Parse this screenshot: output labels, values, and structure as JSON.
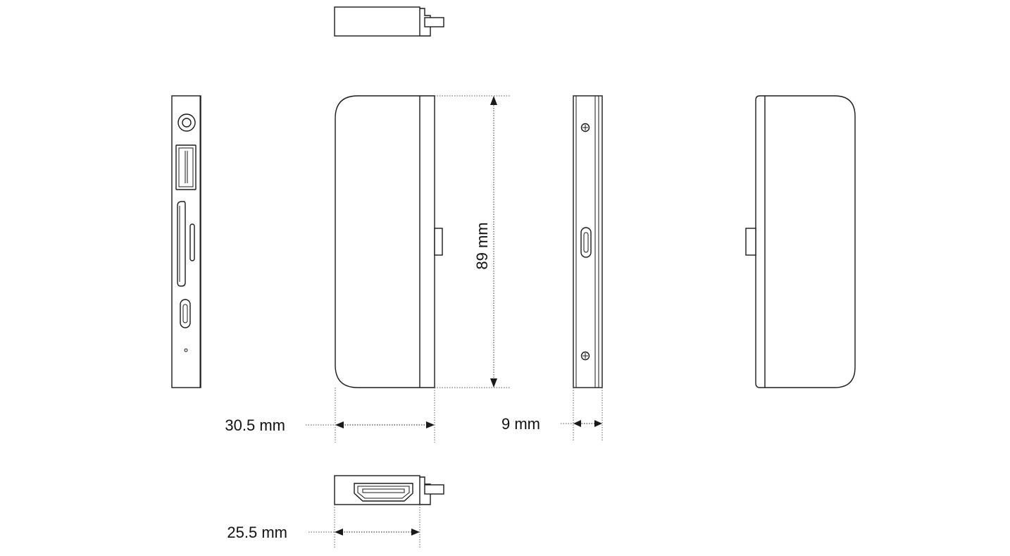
{
  "dimensions": {
    "length": "89 mm",
    "width": "30.5 mm",
    "thickness": "9 mm",
    "width_without_plug": "25.5 mm"
  },
  "views": [
    {
      "name": "top-view",
      "ports": []
    },
    {
      "name": "left-side-view",
      "ports": [
        "audio-jack",
        "usb-a",
        "sd-card-slot",
        "microsd-slot",
        "usb-c",
        "led-indicator"
      ]
    },
    {
      "name": "front-view",
      "ports": []
    },
    {
      "name": "back-view",
      "ports": [
        "usb-c"
      ]
    },
    {
      "name": "rear-view",
      "ports": []
    },
    {
      "name": "bottom-view",
      "ports": [
        "hdmi"
      ]
    }
  ]
}
